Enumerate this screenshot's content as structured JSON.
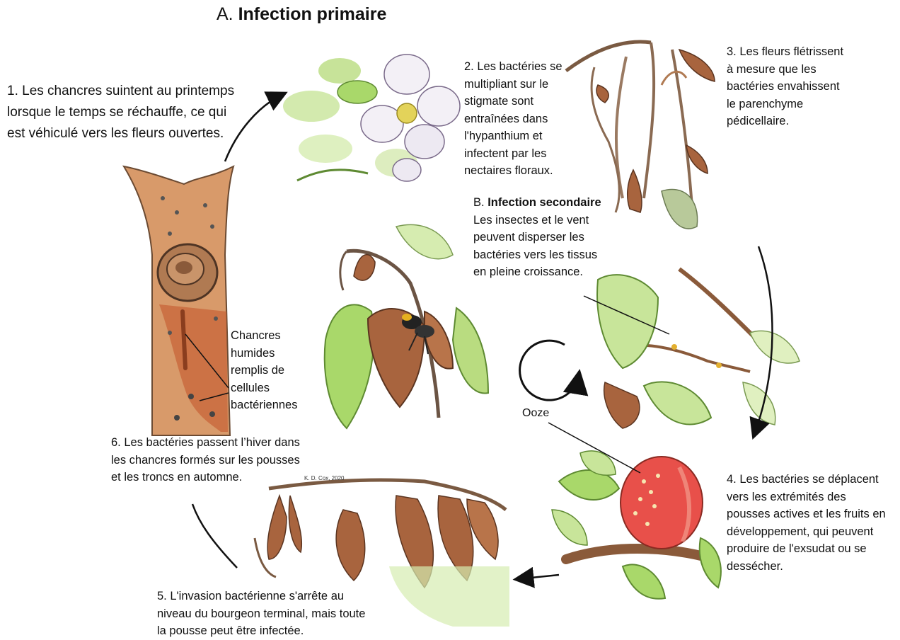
{
  "title": {
    "prefix": "A.",
    "bold": "Infection primaire"
  },
  "steps": {
    "step1": [
      "1. Les chancres suintent au printemps",
      "lorsque le temps se réchauffe, ce qui",
      "est véhiculé vers les fleurs ouvertes."
    ],
    "step2": [
      "2. Les bactéries se",
      "multipliant sur le",
      "stigmate sont",
      "entraînées dans",
      "l'hypanthium et",
      "infectent par les",
      "nectaires floraux."
    ],
    "step3": [
      "3. Les fleurs flétrissent",
      "à mesure que les",
      "bactéries envahissent",
      "le parenchyme",
      "pédicellaire."
    ],
    "step4": [
      "4. Les bactéries se déplacent",
      "vers les extrémités des",
      "pousses actives et les fruits en",
      "développement, qui peuvent",
      "produire de l'exsudat ou se",
      "dessécher."
    ],
    "step5": [
      "5. L'invasion bactérienne s'arrête au",
      "niveau du bourgeon terminal, mais toute",
      "la pousse peut être infectée."
    ],
    "step6": [
      "6. Les bactéries passent l’hiver dans",
      "les chancres formés sur les pousses",
      "et les troncs en automne."
    ]
  },
  "secondary": {
    "label_prefix": "B.",
    "label_bold": "Infection secondaire",
    "lines": [
      "Les insectes et le vent",
      "peuvent disperser les",
      "bactéries vers les tissus",
      "en pleine croissance."
    ]
  },
  "canker_label": [
    "Chancres",
    "humides",
    "remplis de",
    "cellules",
    "bactériennes"
  ],
  "ooze_label": "Ooze",
  "signature": "K. D. Cox, 2020",
  "colors": {
    "leaf": "#a9d86a",
    "leaf_dark": "#5e8a32",
    "bark": "#d89a6a",
    "canker": "#c8643a",
    "wilted": "#a8643e",
    "fruit": "#e8504a",
    "petal": "#f3f0f6",
    "arrow": "#111111"
  }
}
